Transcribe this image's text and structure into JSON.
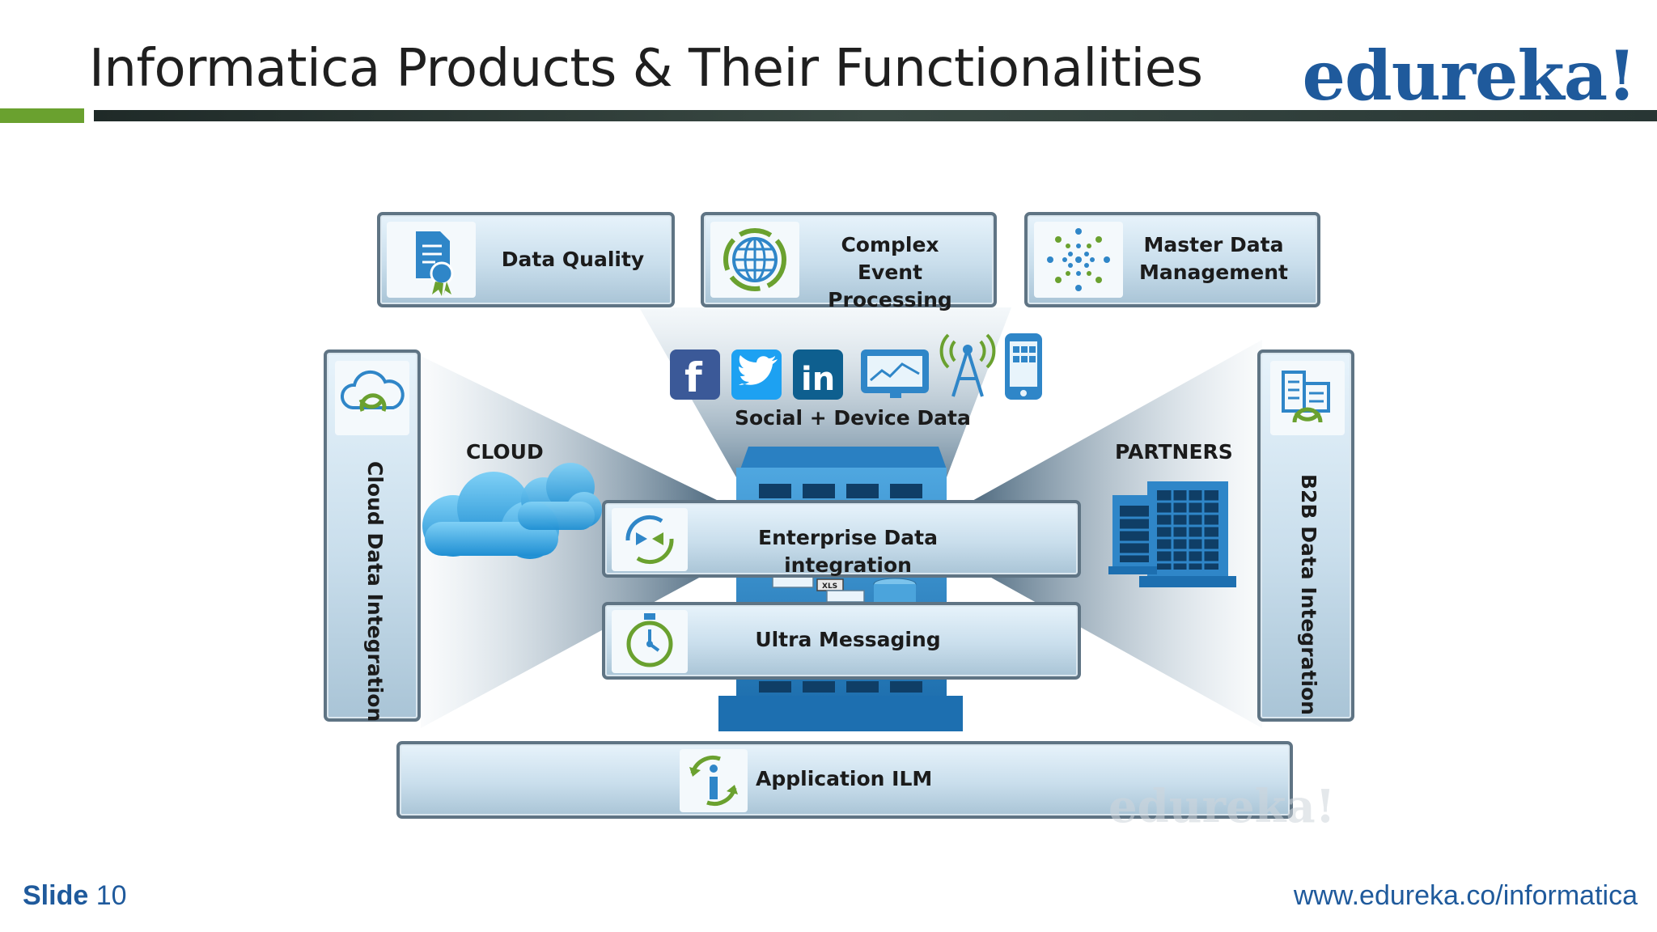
{
  "header": {
    "title": "Informatica Products & Their Functionalities",
    "logo": "edureka!"
  },
  "diagram": {
    "top_boxes": [
      {
        "label": "Data Quality",
        "icon": "certificate-document-icon"
      },
      {
        "label": "Complex Event Processing",
        "icon": "globe-icon"
      },
      {
        "label": "Master Data Management",
        "icon": "dot-cluster-icon"
      }
    ],
    "side_boxes": [
      {
        "label": "Cloud Data Integration",
        "icon": "cloud-sync-icon"
      },
      {
        "label": "B2B Data Integration",
        "icon": "buildings-sync-icon"
      }
    ],
    "center_boxes": [
      {
        "label": "Enterprise Data integration",
        "icon": "sync-arrows-icon"
      },
      {
        "label": "Ultra Messaging",
        "icon": "stopwatch-icon"
      }
    ],
    "bottom_box": {
      "label": "Application ILM",
      "icon": "info-cycle-icon"
    },
    "social_label": "Social + Device Data",
    "cloud_label": "CLOUD",
    "partners_label": "PARTNERS",
    "file_tag": "XLS",
    "watermark": "edureka!",
    "social_icons": [
      "facebook-icon",
      "twitter-icon",
      "linkedin-icon",
      "dashboard-icon",
      "antenna-icon",
      "smartphone-icon"
    ],
    "colors": {
      "box_border": "#5f7484",
      "server_blue": "#2f86c8",
      "cloud_blue": "#3fa9e6",
      "accent_green": "#6aa12f"
    }
  },
  "footer": {
    "slide_word": "Slide",
    "slide_number": "10",
    "url": "www.edureka.co/informatica"
  }
}
